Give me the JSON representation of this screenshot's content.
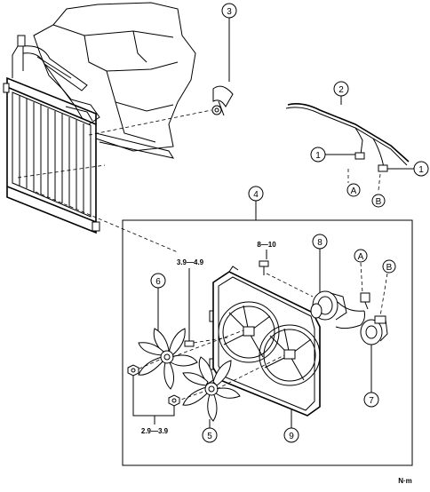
{
  "callouts": {
    "c1a": "1",
    "c1b": "1",
    "c2": "2",
    "c3": "3",
    "c4": "4",
    "c5": "5",
    "c6": "6",
    "c7": "7",
    "c8": "8",
    "c9": "9",
    "cA_top": "A",
    "cB_top": "B",
    "cA_bottom": "A",
    "cB_bottom": "B"
  },
  "torque": {
    "bolt_upper": "8—10",
    "bolt_fan": "3.9—4.9",
    "nut_fan": "2.9—3.9"
  },
  "unit_label": "N·m"
}
